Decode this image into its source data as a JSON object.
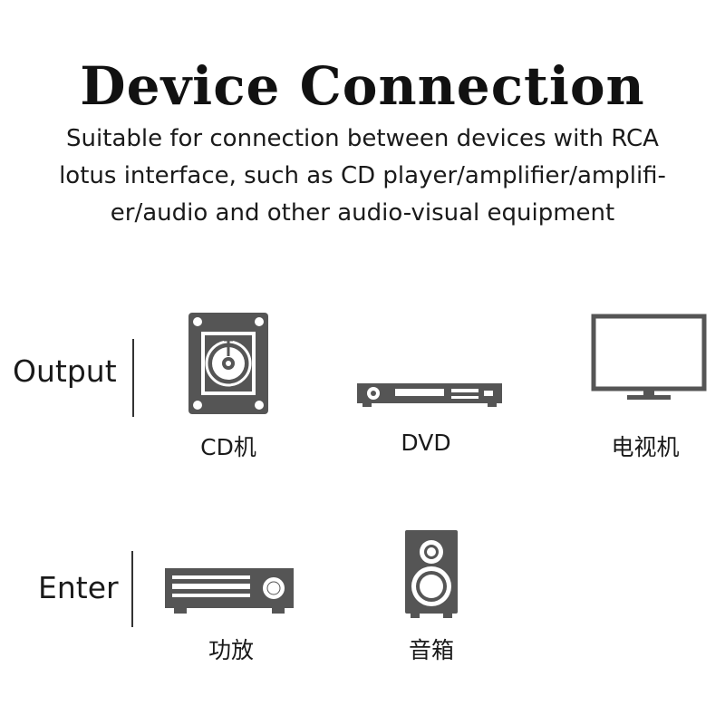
{
  "title": "Device Connection",
  "description": [
    "Suitable for connection between devices with RCA",
    "lotus interface, such as CD player/amplifier/amplifi-",
    "er/audio and other audio-visual equipment"
  ],
  "rows": {
    "output": {
      "label": "Output",
      "devices": [
        {
          "icon": "cd-player-icon",
          "caption": "CD机"
        },
        {
          "icon": "dvd-player-icon",
          "caption": "DVD"
        },
        {
          "icon": "tv-icon",
          "caption": "电视机"
        }
      ]
    },
    "enter": {
      "label": "Enter",
      "devices": [
        {
          "icon": "amplifier-icon",
          "caption": "功放"
        },
        {
          "icon": "speaker-icon",
          "caption": "音箱"
        }
      ]
    }
  },
  "colors": {
    "icon_fill": "#555555",
    "icon_light": "#ffffff",
    "text": "#1a1a1a"
  }
}
